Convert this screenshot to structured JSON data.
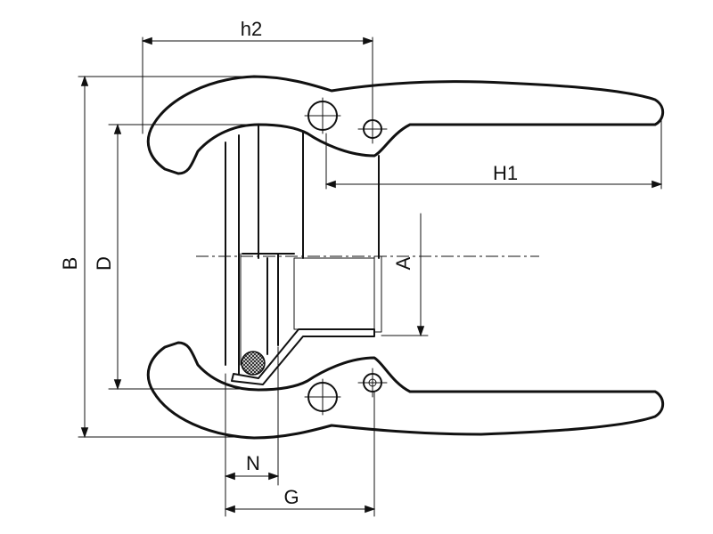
{
  "labels": {
    "h2": "h2",
    "H1": "H1",
    "A": "A",
    "B": "B",
    "D": "D",
    "N": "N",
    "G": "G"
  },
  "colors": {
    "line": "#111111",
    "background": "#ffffff",
    "gasket": "#444444"
  }
}
